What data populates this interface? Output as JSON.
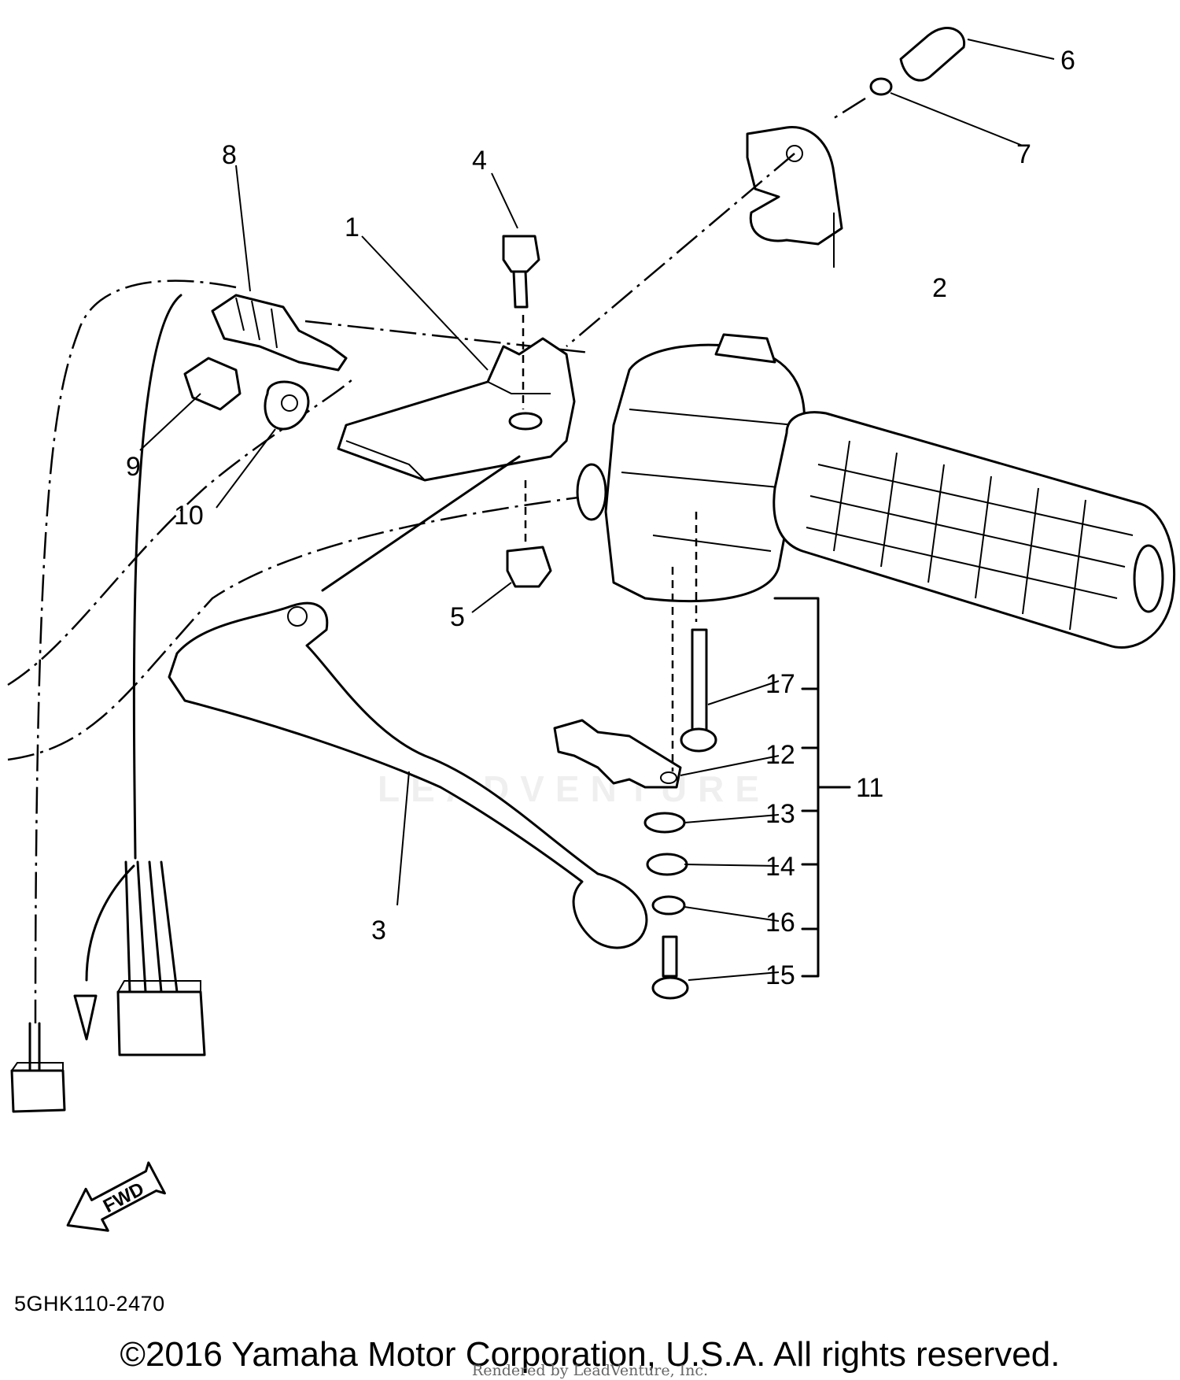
{
  "diagram": {
    "callouts": [
      "1",
      "2",
      "3",
      "4",
      "5",
      "6",
      "7",
      "8",
      "9",
      "10",
      "11",
      "12",
      "13",
      "14",
      "15",
      "16",
      "17"
    ],
    "fwd_label": "FWD",
    "watermark": "LEADVENTURE",
    "diagram_code": "5GHK110-2470",
    "copyright": "©2016 Yamaha Motor Corporation, U.S.A. All rights reserved.",
    "rendered_by": "Rendered by LeadVenture, Inc."
  }
}
